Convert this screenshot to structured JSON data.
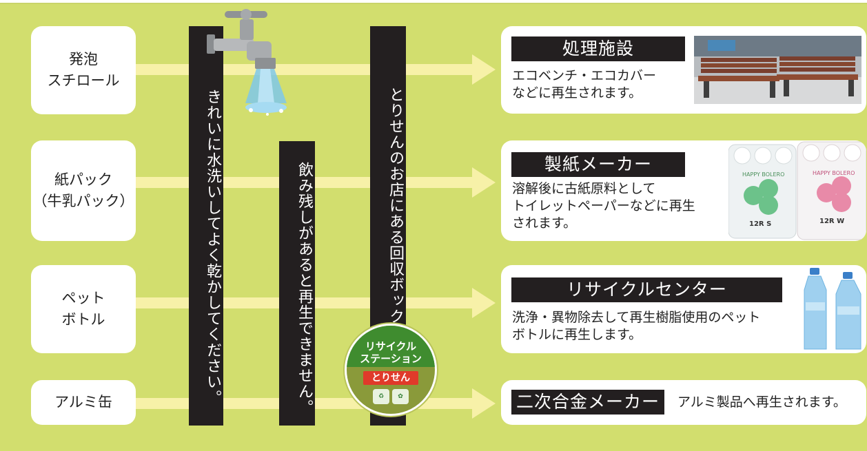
{
  "materials": [
    {
      "label": "発泡\nスチロール"
    },
    {
      "label": "紙パック\n（牛乳パック）"
    },
    {
      "label": "ペット\nボトル"
    },
    {
      "label": "アルミ缶"
    }
  ],
  "instructions": {
    "wash": "きれいに水洗いしてよく乾かしてください。",
    "leftover": "飲み残しがあると再生できません。",
    "collection": "とりせんのお店にある回収ボックスへ。"
  },
  "station_sign": {
    "line1": "リサイクル",
    "line2": "ステーション",
    "logo": "とりせん"
  },
  "destinations": [
    {
      "title": "処理施設",
      "desc": "エコベンチ・エコカバー\nなどに再生されます。",
      "image": "eco-bench-photo"
    },
    {
      "title": "製紙メーカー",
      "desc": "溶解後に古紙原料として\nトイレットペーパーなどに再生\nされます。",
      "image": "toilet-paper-photo",
      "product_brand": "HAPPY BOLERO",
      "product_labels": [
        "12R  S",
        "12R  W"
      ]
    },
    {
      "title": "リサイクルセンター",
      "desc": "洗浄・異物除去して再生樹脂使用のペット\nボトルに再生します。",
      "image": "pet-bottles-photo"
    },
    {
      "title": "二次合金メーカー",
      "desc": "アルミ製品へ再生されます。"
    }
  ],
  "colors": {
    "background": "#d2de6e",
    "arrow": "#f7f1a8",
    "bar": "#231f20",
    "card": "#ffffff"
  }
}
